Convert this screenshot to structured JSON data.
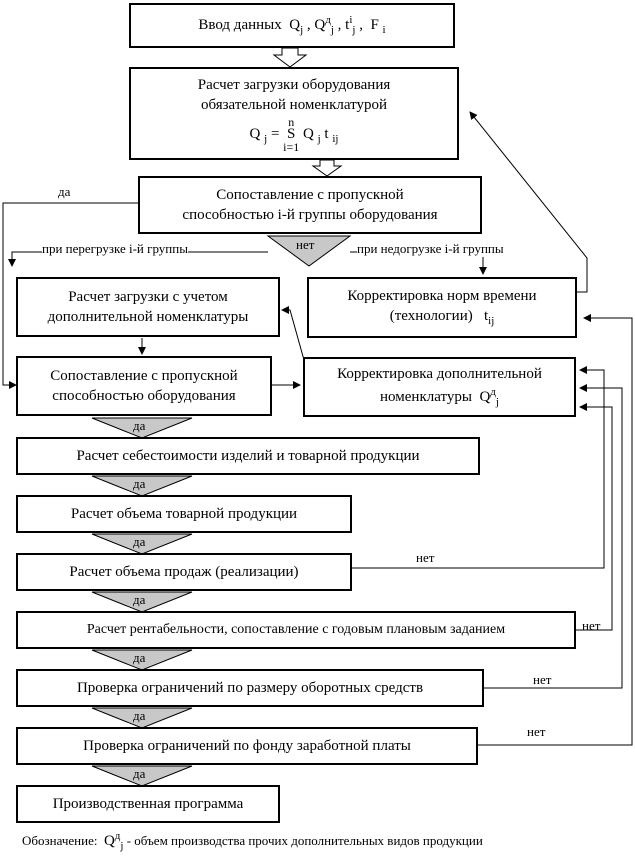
{
  "boxes": {
    "input": "Ввод данных",
    "calc_load_line1": "Расчет загрузки оборудования",
    "calc_load_line2": "обязательной номенклатурой",
    "compare_group_line1": "Сопоставление с пропускной",
    "compare_group_line2": "способностью i-й группы оборудования",
    "calc_extra_line1": "Расчет загрузки с учетом",
    "calc_extra_line2": "дополнительной номенклатуры",
    "correct_time_line1": "Корректировка норм времени",
    "correct_time_line2": "(технологии)",
    "compare_cap_line1": "Сопоставление с пропускной",
    "compare_cap_line2": "способностью оборудования",
    "correct_extra_line1": "Корректировка дополнительной",
    "correct_extra_line2": "номенклатуры",
    "cost": "Расчет себестоимости изделий и товарной продукции",
    "commodity": "Расчет объема товарной продукции",
    "sales": "Расчет объема продаж (реализации)",
    "profit": "Расчет рентабельности, сопоставление с годовым плановым заданием",
    "working_capital": "Проверка ограничений по размеру оборотных средств",
    "wage_fund": "Проверка ограничений по фонду заработной платы",
    "program": "Производственная программа"
  },
  "labels": {
    "yes": "да",
    "no": "нет",
    "overload": "при перегрузке i-й группы",
    "underload": "при недогрузке i-й группы"
  },
  "legend": {
    "prefix": "Обозначение:",
    "text": "- объем производства прочих дополнительных видов продукции"
  }
}
